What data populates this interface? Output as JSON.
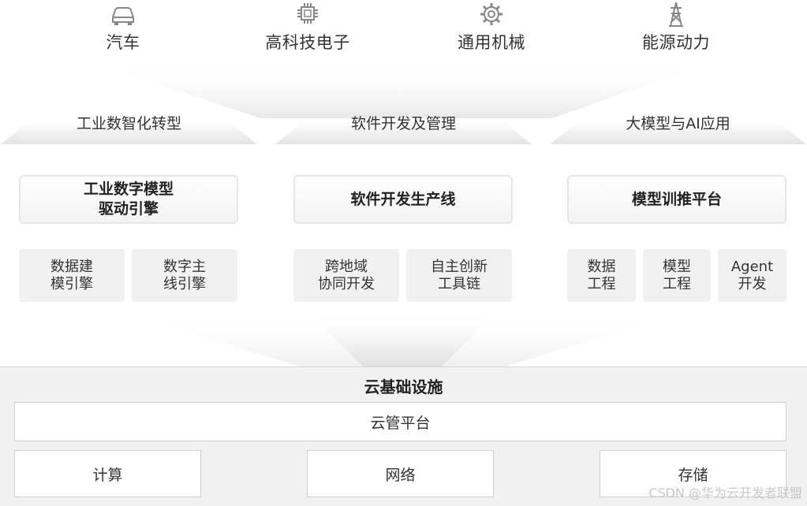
{
  "industries": [
    {
      "label": "汽车",
      "icon": "car-icon"
    },
    {
      "label": "高科技电子",
      "icon": "chip-icon"
    },
    {
      "label": "通用机械",
      "icon": "gear-icon"
    },
    {
      "label": "能源动力",
      "icon": "power-tower-icon"
    }
  ],
  "solutions": [
    "工业数智化转型",
    "软件开发及管理",
    "大模型与AI应用"
  ],
  "products": [
    {
      "name_lines": [
        "工业数字模型",
        "驱动引擎"
      ],
      "subs": [
        [
          "数据建",
          "模引擎"
        ],
        [
          "数字主",
          "线引擎"
        ]
      ]
    },
    {
      "name_lines": [
        "软件开发生产线"
      ],
      "subs": [
        [
          "跨地域",
          "协同开发"
        ],
        [
          "自主创新",
          "工具链"
        ]
      ]
    },
    {
      "name_lines": [
        "模型训推平台"
      ],
      "subs": [
        [
          "数据",
          "工程"
        ],
        [
          "模型",
          "工程"
        ],
        [
          "Agent",
          "开发"
        ]
      ]
    }
  ],
  "cloud": {
    "title": "云基础设施",
    "platform": "云管平台",
    "resources": [
      "计算",
      "网络",
      "存储"
    ]
  },
  "watermark": "CSDN @华为云开发者联盟",
  "colors": {
    "icon": "#888888",
    "box_border": "#e6e6e6",
    "sub_bg": "#f1f1f1"
  }
}
